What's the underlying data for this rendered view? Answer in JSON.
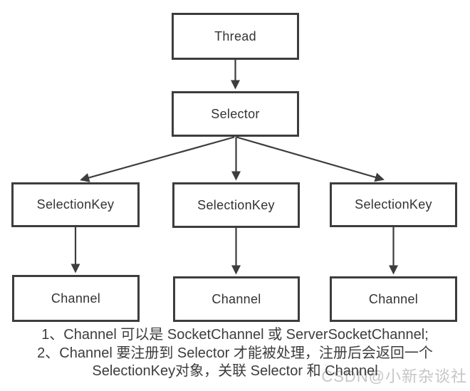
{
  "diagram": {
    "title": "NIO Selector relationship diagram",
    "nodes": {
      "thread": "Thread",
      "selector": "Selector",
      "selection_key": "SelectionKey",
      "channel": "Channel"
    },
    "edges": [
      "thread -> selector",
      "selector -> selection_key_left",
      "selector -> selection_key_middle",
      "selector -> selection_key_right",
      "selection_key_left -> channel_left",
      "selection_key_middle -> channel_middle",
      "selection_key_right -> channel_right"
    ]
  },
  "notes": {
    "line1": "1、Channel 可以是 SocketChannel 或 ServerSocketChannel;",
    "line2": "2、Channel 要注册到 Selector 才能被处理，注册后会返回一个",
    "line3": "SelectionKey对象，关联 Selector 和 Channel"
  },
  "watermark": "CSDN@小新杂谈社",
  "colors": {
    "box_border": "#3d3d3d",
    "box_fill": "#ffffff",
    "text": "#333333",
    "arrow": "#3d3d3d",
    "watermark": "#c6c6c6"
  }
}
